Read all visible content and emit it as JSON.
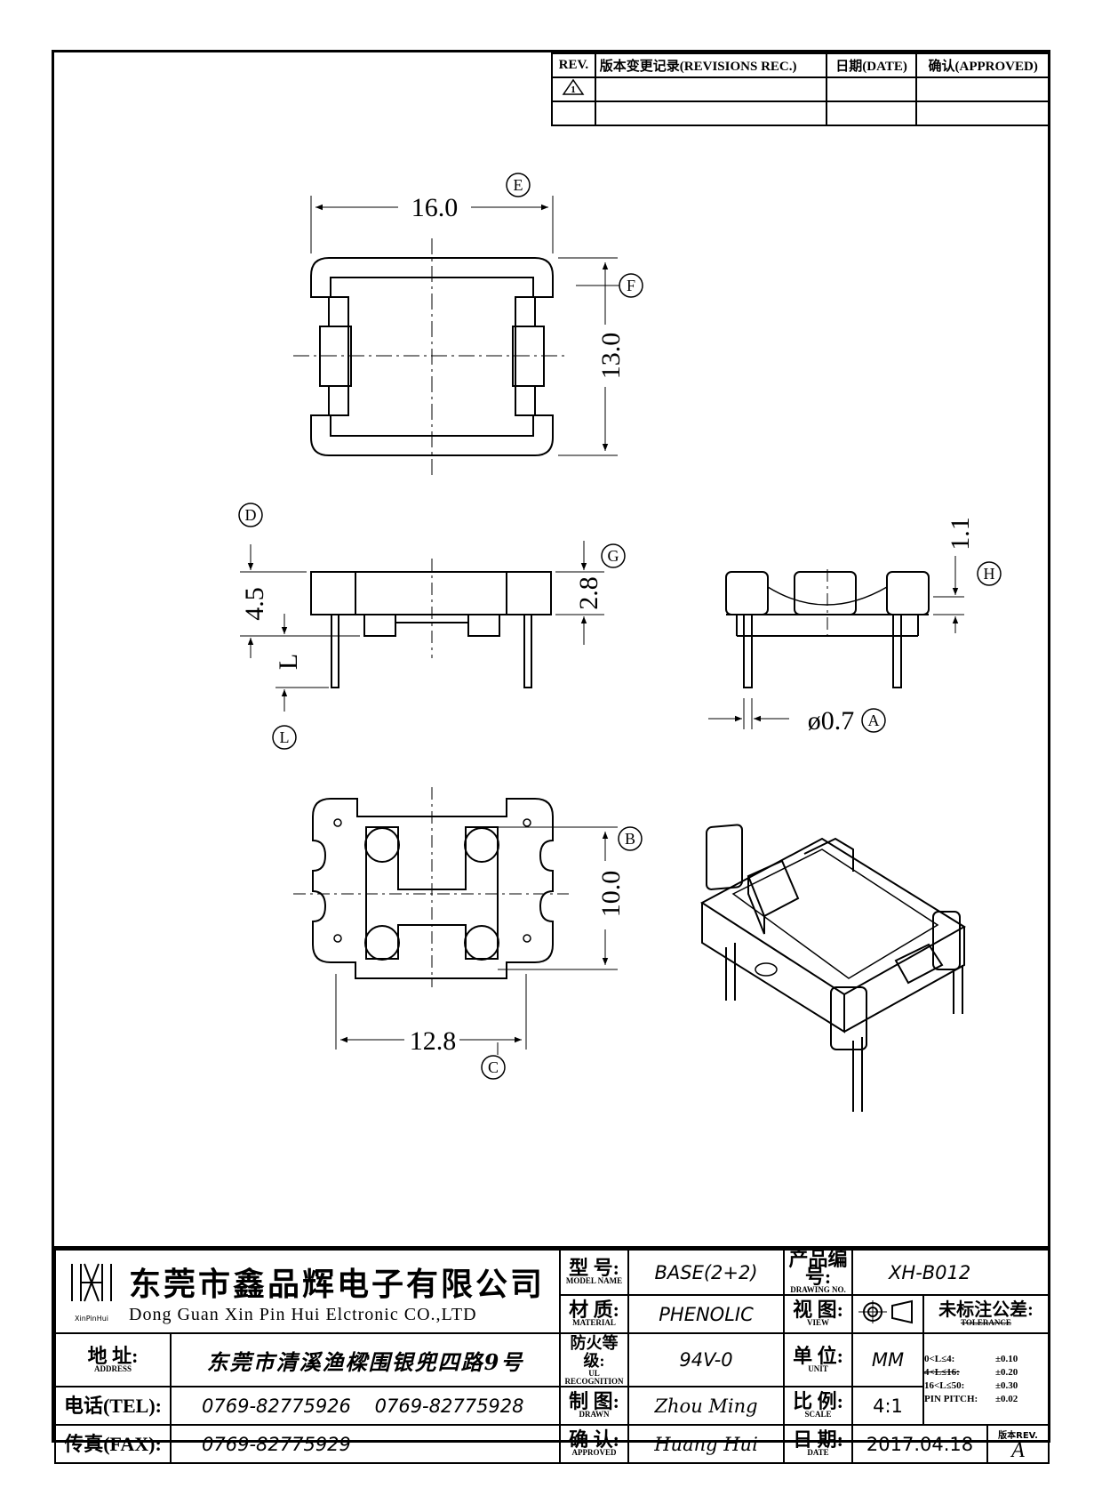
{
  "revisions": {
    "headers": [
      "REV.",
      "版本变更记录(REVISIONS REC.)",
      "日期(DATE)",
      "确认(APPROVED)"
    ],
    "rev_mark": "1"
  },
  "drawing": {
    "dim_top_width": "16.0",
    "dim_top_height": "13.0",
    "dim_side_height": "4.5",
    "dim_side_body": "2.8",
    "dim_side_pin": "L",
    "dim_end_step": "1.1",
    "dim_pin_dia": "ø0.7",
    "dim_bottom_pitch_y": "10.0",
    "dim_bottom_pitch_x": "12.8",
    "callouts": [
      "E",
      "F",
      "D",
      "G",
      "L",
      "H",
      "A",
      "B",
      "C"
    ]
  },
  "title_block": {
    "logo_text": "XinPinHui",
    "company_cn": "东莞市鑫品辉电子有限公司",
    "company_en": "Dong Guan Xin Pin Hui Elctronic CO.,LTD",
    "model_label": "型 号:",
    "model_label_en": "MODEL NAME",
    "model_value": "BASE(2+2)",
    "drawing_no_label": "产品编号:",
    "drawing_no_label_en": "DRAWING NO.",
    "drawing_no_value": "XH-B012",
    "material_label": "材 质:",
    "material_label_en": "MATERIAL",
    "material_value": "PHENOLIC",
    "view_label": "视 图:",
    "view_label_en": "VIEW",
    "tolerance_label": "未标注公差:",
    "tolerance_label_en": "TOLERANCE",
    "address_label": "地 址:",
    "address_label_en": "ADDRESS",
    "address_value": "东莞市清溪渔樑围银兜四路9号",
    "recognition_label": "防火等级:",
    "recognition_label_en": "UL RECOGNITION",
    "recognition_value": "94V-0",
    "unit_label": "单 位:",
    "unit_label_en": "UNIT",
    "unit_value": "MM",
    "tol_rows": [
      {
        "range": "0<L≤4:",
        "value": "±0.10"
      },
      {
        "range": "4<L≤16:",
        "value": "±0.20"
      },
      {
        "range": "16<L≤50:",
        "value": "±0.30"
      },
      {
        "range": "PIN PITCH:",
        "value": "±0.02"
      }
    ],
    "tel_label": "电话(TEL):",
    "tel_value": "0769-82775926    0769-82775928",
    "drawn_label": "制 图:",
    "drawn_label_en": "DRAWN",
    "drawn_value": "Zhou Ming",
    "scale_label": "比 例:",
    "scale_label_en": "SCALE",
    "scale_value": "4:1",
    "fax_label": "传真(FAX):",
    "fax_value": "0769-82775929",
    "approved_label": "确 认:",
    "approved_label_en": "APPROVED",
    "approved_value": "Huang Hui",
    "date_label": "日 期:",
    "date_label_en": "DATE",
    "date_value": "2017.04.18",
    "rev_label": "版本REV.",
    "rev_value": "A"
  }
}
